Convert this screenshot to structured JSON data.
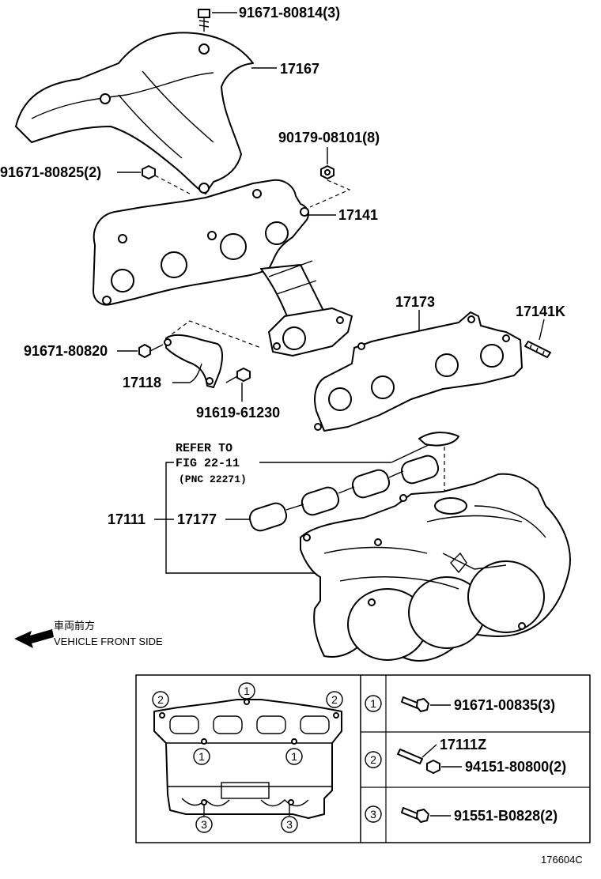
{
  "parts": {
    "p_91671_80814": "91671-80814(3)",
    "p_17167": "17167",
    "p_90179_08101": "90179-08101(8)",
    "p_91671_80825": "91671-80825(2)",
    "p_17141": "17141",
    "p_17173": "17173",
    "p_17141K": "17141K",
    "p_91671_80820": "91671-80820",
    "p_17118": "17118",
    "p_91619_61230": "91619-61230",
    "p_17111": "17111",
    "p_17177": "17177"
  },
  "refer": {
    "line1": "REFER TO",
    "line2": "FIG 22-11",
    "line3": "(PNC 22271)"
  },
  "direction": {
    "jp": "車両前方",
    "en": "VEHICLE FRONT SIDE"
  },
  "legend": {
    "rows": [
      {
        "num": "1",
        "part": "91671-00835(3)"
      },
      {
        "num": "2",
        "part_top": "17111Z",
        "part": "94151-80800(2)"
      },
      {
        "num": "3",
        "part": "91551-B0828(2)"
      }
    ],
    "callouts": [
      "1",
      "2",
      "3"
    ]
  },
  "figure_id": "176604C"
}
